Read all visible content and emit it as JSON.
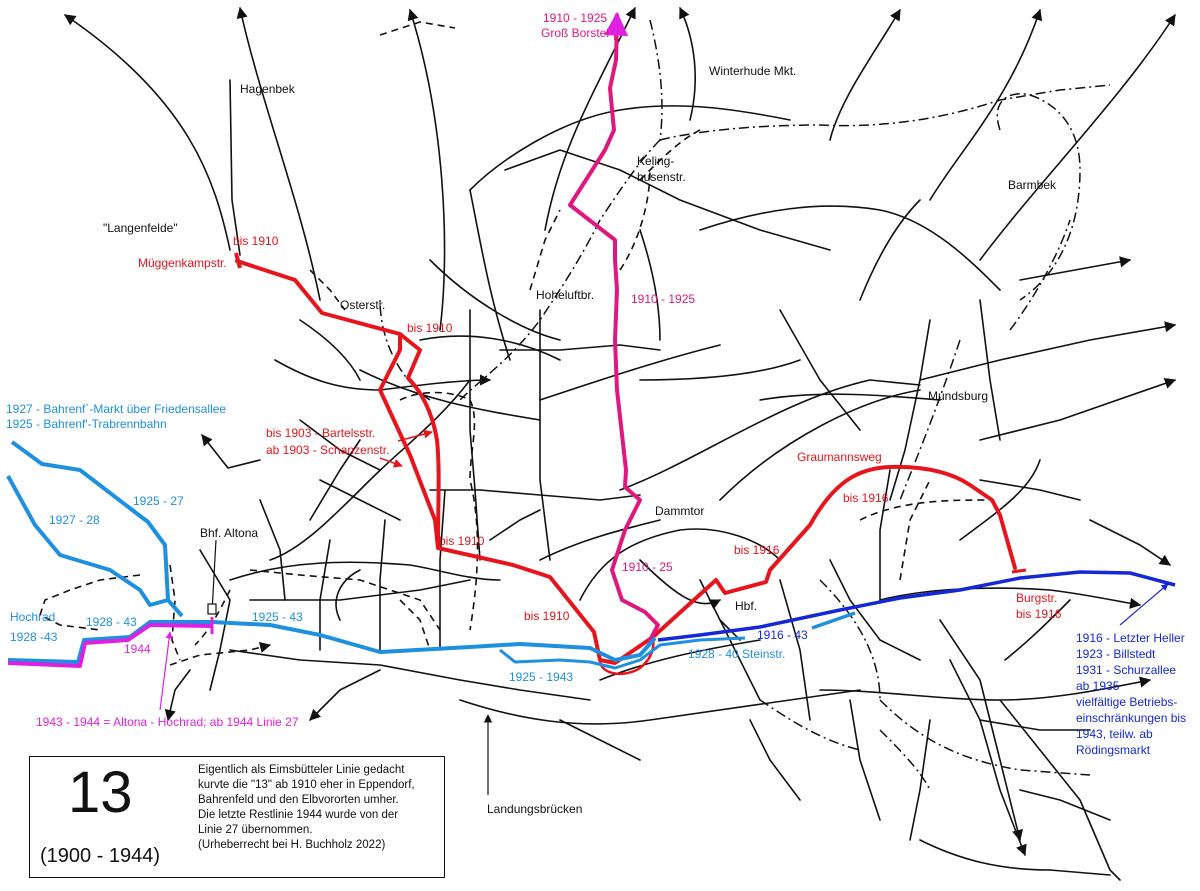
{
  "colors": {
    "red": "#e8141c",
    "magenta": "#e0177f",
    "light_blue": "#1e90e0",
    "dark_blue": "#1428d8",
    "violet": "#e020e0",
    "network": "#111111"
  },
  "places": {
    "hagenbek": "Hagenbek",
    "langenfelde": "\"Langenfelde\"",
    "osterstr": "Osterstr.",
    "hoheluftbr": "Hoheluftbr.",
    "winterhude": "Winterhude Mkt.",
    "kelinghusen_1": "Keling-",
    "kelinghusen_2": "husenstr.",
    "barmbek": "Barmbek",
    "mundsburg": "Mundsburg",
    "dammtor": "Dammtor",
    "hbf": "Hbf.",
    "bhf_altona": "Bhf. Altona",
    "landungsbruecken": "Landungsbrücken"
  },
  "labels": {
    "gross_borstel_years": "1910 - 1925",
    "gross_borstel_name": "Groß Borstel",
    "bis1910_top": "bis 1910",
    "mueggenkamp": "Müggenkampstr.",
    "bis1910_osterstr": "bis 1910",
    "route_1910_1925": "1910 - 1925",
    "bartelsstr": "bis 1903 - Bartelsstr.",
    "schanzenstr": "ab 1903 - Schanzenstr.",
    "bis1910_mid": "bis 1910",
    "bis1910_low": "bis 1910",
    "route_1910_25": "1910 - 25",
    "graumannsweg": "Graumannsweg",
    "bis1916_upper": "bis 1916",
    "bis1916_lower": "bis 1916",
    "burgstr": "Burgstr.",
    "burgstr_bis": "bis 1916",
    "bahrenfeld_1927": "1927 - Bahrenf`-Markt über Friedensallee",
    "bahrenfeld_1925": "1925 - Bahrenf'-Trabrennbahn",
    "r1925_27": "1925 - 27",
    "r1927_28": "1927 - 28",
    "hochrad": "Hochrad",
    "hochrad_years": "1928 -43",
    "r1928_43": "1928 - 43",
    "r1944": "1944",
    "r1925_43": "1925 - 43",
    "r1925_1943": "1925 - 1943",
    "r1928_40": "1928 - 40 Steinstr.",
    "r1916_43": "1916 - 43",
    "altona_hochrad": "1943 - 1944 = Altona - Hochrad; ab 1944 Linie 27",
    "east_lines": [
      "1916 - Letzter Heller",
      "1923 - Billstedt",
      "1931 - Schurzallee",
      "ab 1935",
      "vielfältige Betriebs-",
      "einschränkungen bis",
      "1943, teilw. ab",
      "Rödingsmarkt"
    ]
  },
  "info": {
    "line_number": "13",
    "years": "(1900 - 1944)",
    "text_lines": [
      "Eigentlich als Eimsbütteler Linie gedacht",
      "kurvte die \"13\" ab 1910 eher in Eppendorf,",
      "Bahrenfeld und den Elbvororten umher.",
      "Die letzte Restlinie 1944 wurde von der",
      "Linie 27 übernommen.",
      " (Urheberrecht bei H. Buchholz 2022)"
    ]
  }
}
